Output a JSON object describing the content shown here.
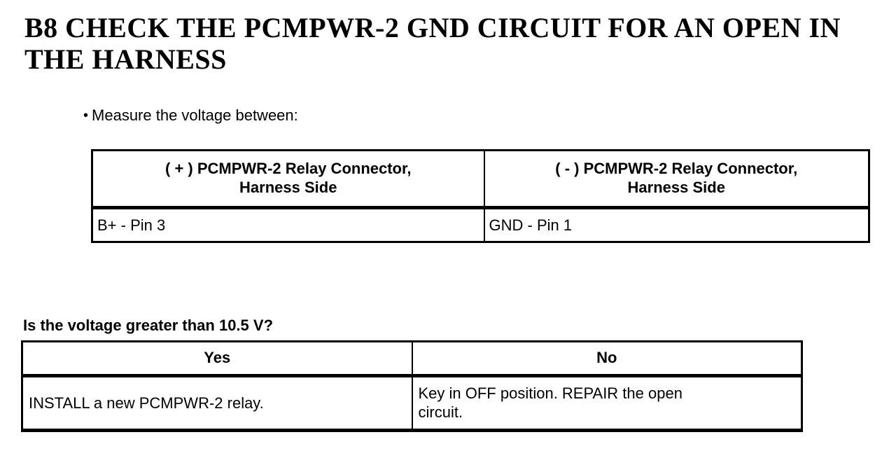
{
  "colors": {
    "text": "#000000",
    "background": "#ffffff",
    "border": "#000000"
  },
  "icons": {
    "bullet": "•"
  },
  "heading": {
    "text": "B8 CHECK THE PCMPWR-2 GND CIRCUIT FOR AN OPEN IN\nTHE HARNESS"
  },
  "instruction": {
    "bullet_text": "Measure the voltage between:"
  },
  "measurement_table": {
    "headers": [
      "( + ) PCMPWR-2 Relay Connector,\nHarness Side",
      "( - ) PCMPWR-2 Relay Connector,\nHarness Side"
    ],
    "rows": [
      [
        "B+ - Pin 3",
        "GND - Pin 1"
      ]
    ]
  },
  "question": {
    "text": "Is the voltage greater than 10.5 V?"
  },
  "decision_table": {
    "headers": [
      "Yes",
      "No"
    ],
    "rows": [
      [
        "INSTALL a new PCMPWR-2 relay.",
        "Key in OFF position. REPAIR the open\ncircuit."
      ]
    ]
  }
}
